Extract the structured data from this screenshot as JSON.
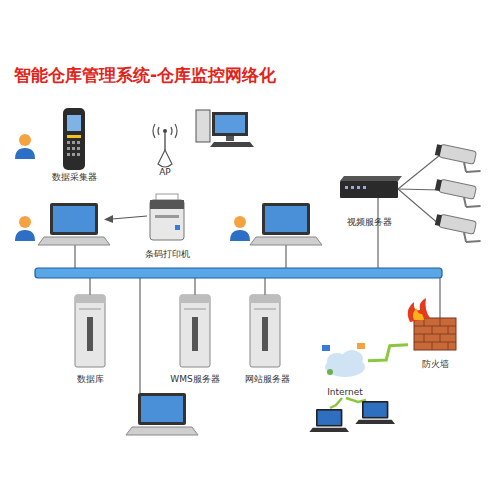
{
  "diagram": {
    "title": "智能仓库管理系统-仓库监控网络化",
    "nodes": [
      {
        "text": [
          "数据采集器"
        ]
      },
      {
        "text": [
          "AP"
        ]
      },
      {
        "text": [
          "条码打印机"
        ]
      },
      {
        "text": [
          "视频服务器"
        ]
      },
      {
        "text": [
          "数据库"
        ]
      },
      {
        "text": [
          "WMS服务器"
        ]
      },
      {
        "text": [
          "网站服务器"
        ]
      },
      {
        "text": [
          "防火墙"
        ]
      },
      {
        "text": [
          "Internet"
        ]
      }
    ],
    "edges": [
      {
        "from": 7,
        "to": 8,
        "arrow": "none"
      }
    ]
  }
}
